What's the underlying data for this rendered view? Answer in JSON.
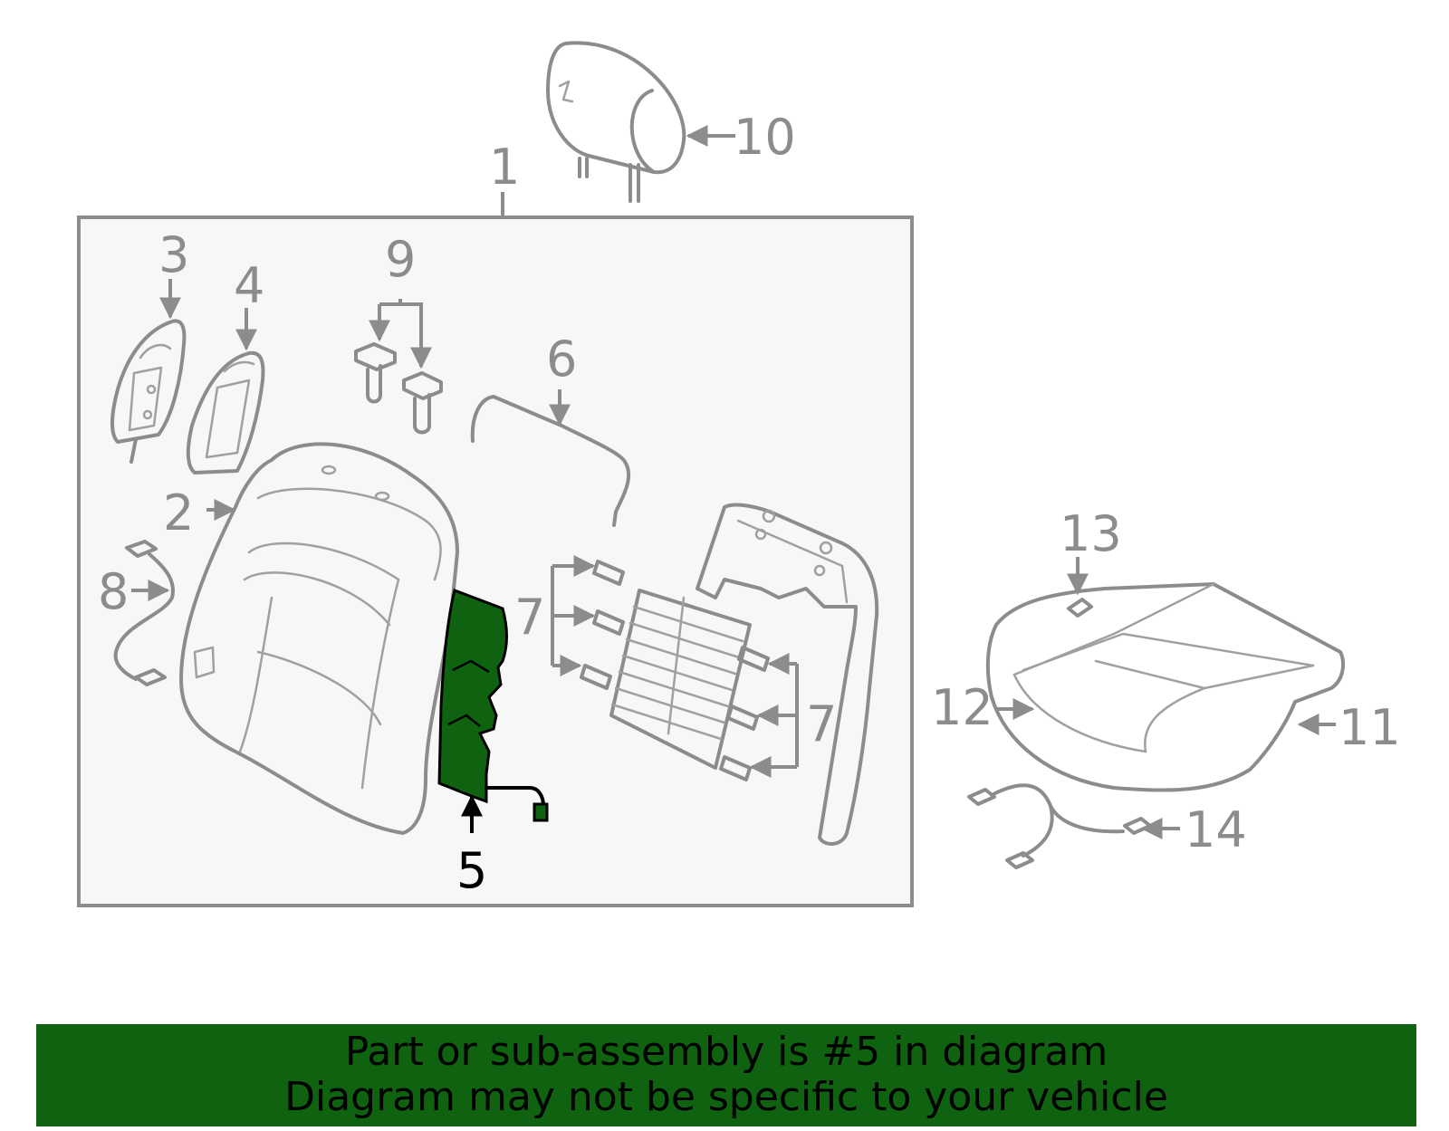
{
  "callouts": {
    "c1": "1",
    "c2": "2",
    "c3": "3",
    "c4": "4",
    "c5": "5",
    "c6": "6",
    "c7a": "7",
    "c7b": "7",
    "c8": "8",
    "c9": "9",
    "c10": "10",
    "c11": "11",
    "c12": "12",
    "c13": "13",
    "c14": "14"
  },
  "highlighted_part": "5",
  "colors": {
    "highlight": "#0f620f",
    "line": "#8c8c8c",
    "panel": "#f7f7f7",
    "banner": "#0f620f"
  },
  "banner": {
    "line1": "Part or sub-assembly is #5 in diagram",
    "line2": "Diagram may not be specific to your vehicle"
  }
}
